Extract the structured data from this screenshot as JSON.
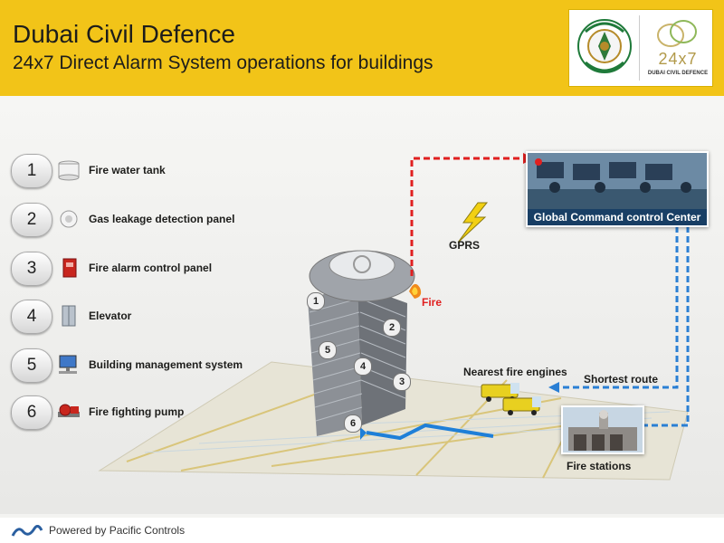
{
  "header": {
    "title": "Dubai Civil Defence",
    "subtitle": "24x7 Direct Alarm System operations for buildings",
    "brand_number": "24x7",
    "brand_label": "DUBAI CIVIL DEFENCE"
  },
  "legend": [
    {
      "num": "1",
      "label": "Fire water tank",
      "icon": "water-tank-icon"
    },
    {
      "num": "2",
      "label": "Gas leakage detection panel",
      "icon": "gas-detector-icon"
    },
    {
      "num": "3",
      "label": "Fire alarm control panel",
      "icon": "alarm-panel-icon"
    },
    {
      "num": "4",
      "label": "Elevator",
      "icon": "elevator-icon"
    },
    {
      "num": "5",
      "label": "Building management system",
      "icon": "computer-icon"
    },
    {
      "num": "6",
      "label": "Fire fighting pump",
      "icon": "pump-icon"
    }
  ],
  "diagram": {
    "gprs_label": "GPRS",
    "fire_label": "Fire",
    "command_center_label": "Global Command control Center",
    "fire_engines_label": "Nearest fire engines",
    "route_label": "Shortest route",
    "stations_label": "Fire stations",
    "building_markers": [
      "1",
      "2",
      "3",
      "4",
      "5",
      "6"
    ]
  },
  "colors": {
    "header_yellow": "#f2c418",
    "alarm_red": "#e02020",
    "route_blue": "#2a7fd4"
  },
  "footer": {
    "text": "Powered by Pacific Controls"
  }
}
